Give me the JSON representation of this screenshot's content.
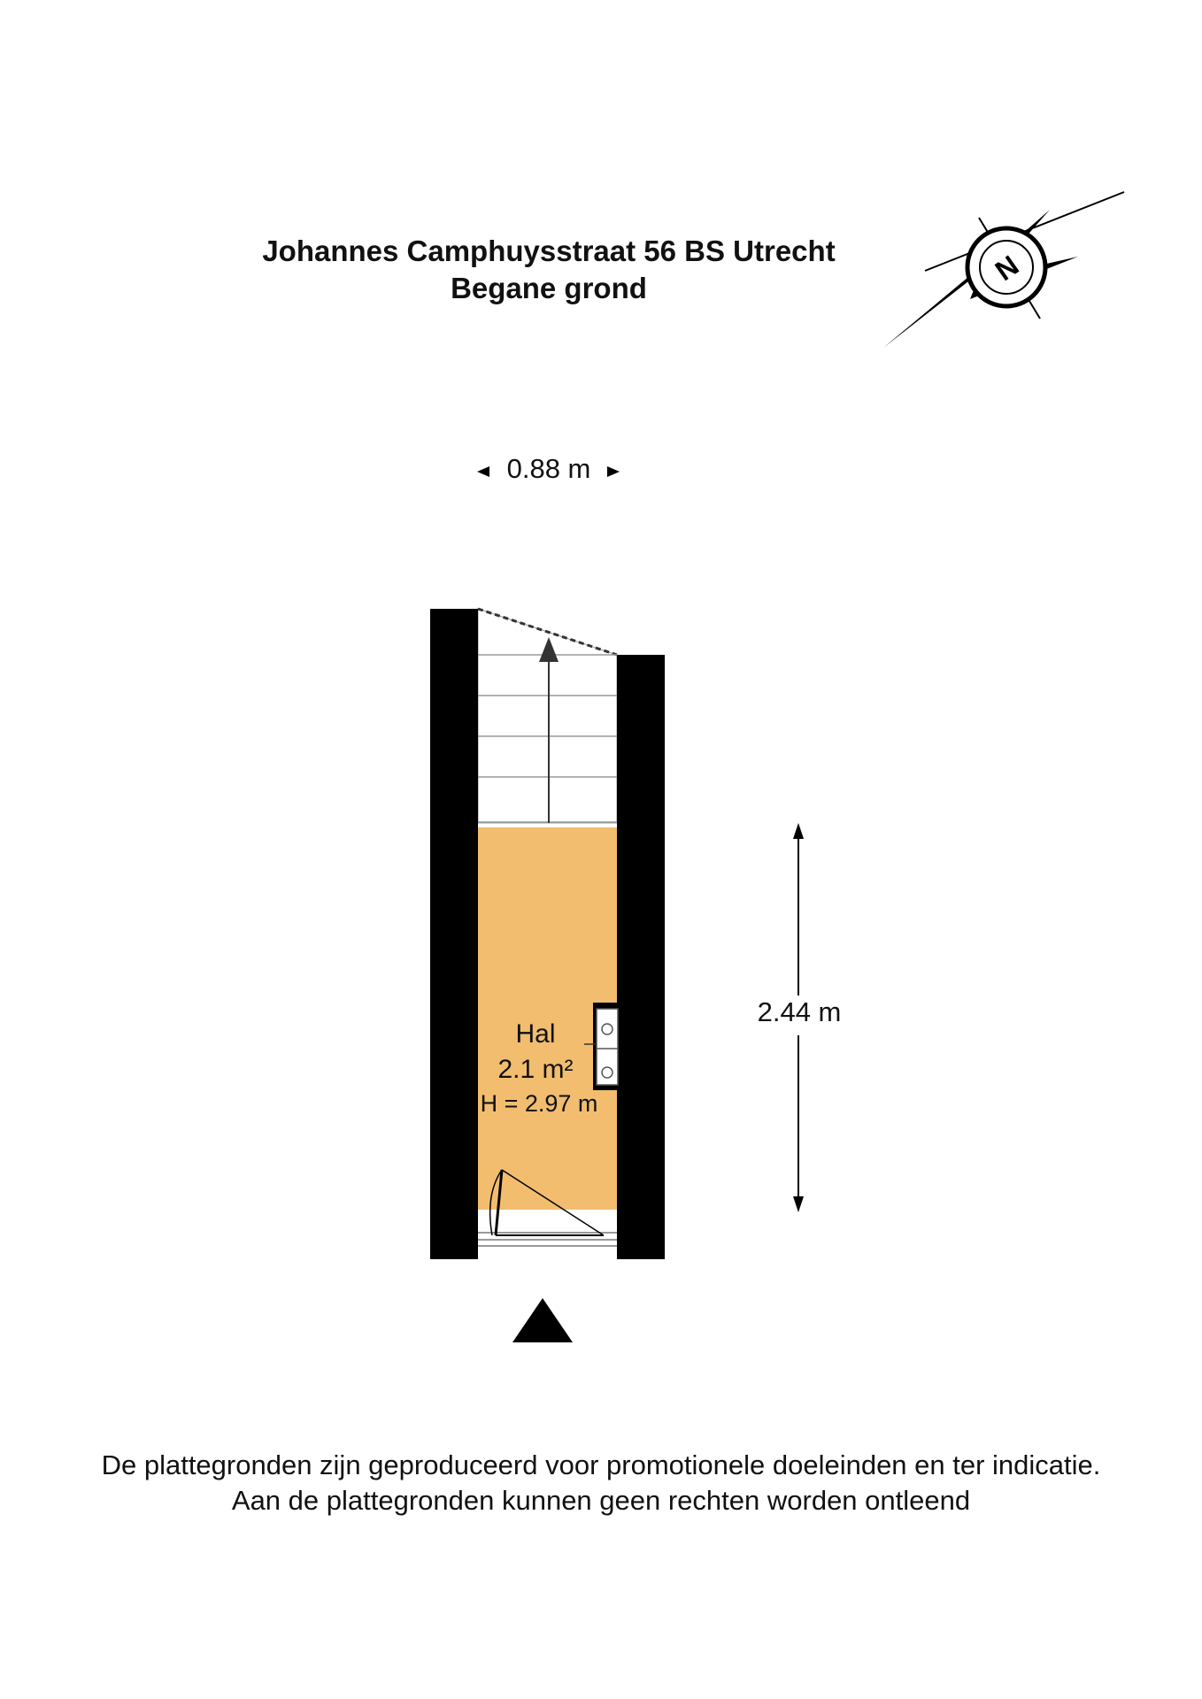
{
  "header": {
    "title": "Johannes Camphuysstraat 56 BS Utrecht",
    "floor": "Begane grond"
  },
  "compass": {
    "label": "N",
    "icon": "compass-north-icon"
  },
  "dimensions": {
    "width": "0.88 m",
    "length": "2.44 m"
  },
  "room": {
    "name": "Hal",
    "area": "2.1 m²",
    "height": "H = 2.97 m",
    "fill_color": "#f2bd6f"
  },
  "entrance": {
    "icon": "entrance-triangle-icon"
  },
  "disclaimer": {
    "line1": "De plattegronden zijn geproduceerd voor promotionele doeleinden en ter indicatie.",
    "line2": "Aan de plattegronden kunnen geen rechten worden ontleend"
  }
}
